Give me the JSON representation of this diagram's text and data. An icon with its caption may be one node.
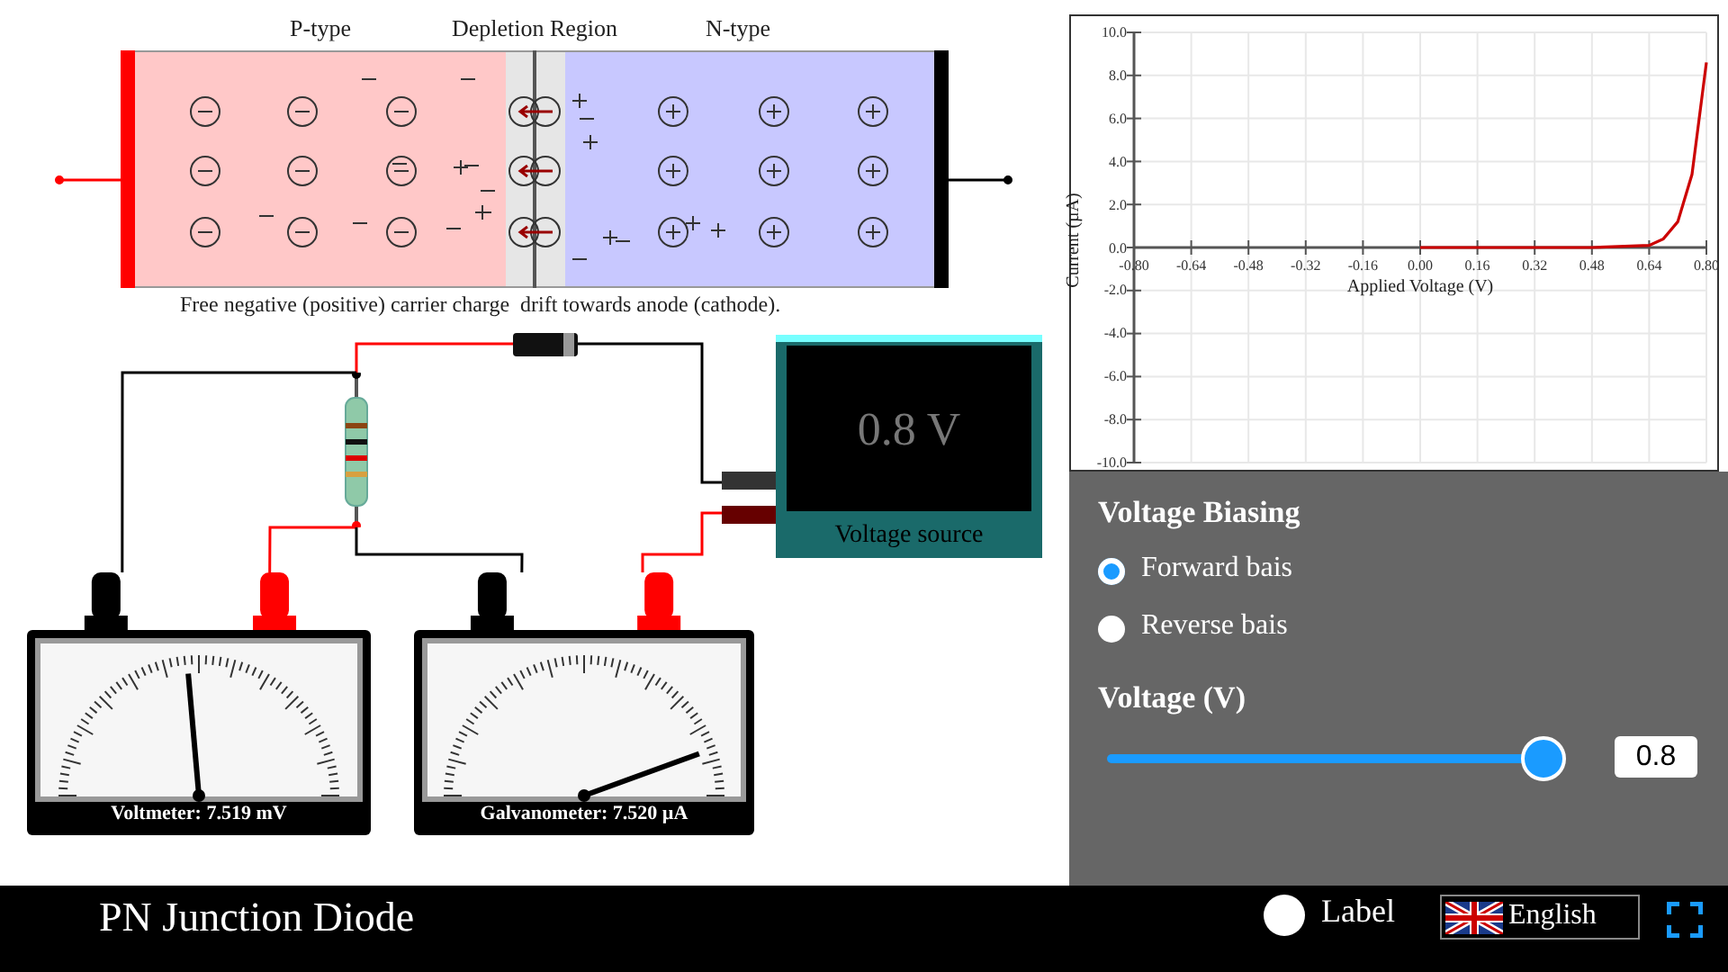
{
  "diagram": {
    "title": "PN Junction Diode",
    "nodes": [
      {
        "text": [
          "P-type"
        ]
      },
      {
        "text": [
          "Depletion Region"
        ]
      },
      {
        "text": [
          "N-type"
        ]
      },
      {
        "text": [],
        "shape": "picture"
      },
      {
        "text": [],
        "shape": "picture"
      },
      {
        "text": [
          "Voltmeter: 7.519 mV"
        ]
      },
      {
        "text": [
          "Galvanometer: 7.520 µA"
        ]
      },
      {
        "text": [
          "0.8 V",
          "Voltage source"
        ]
      }
    ],
    "edges": [
      {
        "from": 4,
        "to": 3,
        "arrow": "none",
        "color": "#ff0000"
      },
      {
        "from": 3,
        "to": 7,
        "arrow": "none",
        "color": "#000000"
      },
      {
        "from": 4,
        "to": 5,
        "arrow": "none",
        "color": "#000000"
      },
      {
        "from": 4,
        "to": 5,
        "arrow": "none",
        "color": "#ff0000"
      },
      {
        "from": 4,
        "to": 6,
        "arrow": "none",
        "color": "#000000"
      },
      {
        "from": 6,
        "to": 7,
        "arrow": "none",
        "color": "#ff0000"
      },
      {
        "from": 0,
        "to": null,
        "arrow": "other",
        "color": "#ff0000"
      },
      {
        "from": 2,
        "to": null,
        "arrow": "other",
        "color": "#000000"
      }
    ],
    "labels": [
      "Free negative (positive) carrier charge  drift towards anode (cathode).",
      "Voltage Biasing",
      "Forward bais",
      "Reverse bais",
      "Voltage (V)",
      "0.8",
      "Label",
      "English"
    ],
    "chart_data": {
      "type": "line",
      "xlabel": "Applied Voltage (V)",
      "ylabel": "Current (µA)",
      "x": [
        0,
        0.16,
        0.32,
        0.48,
        0.64,
        0.68,
        0.72,
        0.76,
        0.8
      ],
      "series": [
        {
          "color": "#cc0000",
          "values": [
            0,
            0,
            0,
            0,
            0.1,
            0.4,
            1.2,
            3.4,
            8.6
          ]
        }
      ],
      "xlim": [
        -0.8,
        0.8
      ],
      "ylim": [
        -10,
        10
      ],
      "grid": true,
      "xticks": [
        {
          "value": -0.8,
          "label": "-0.80"
        },
        {
          "value": -0.64,
          "label": "-0.64"
        },
        {
          "value": -0.48,
          "label": "-0.48"
        },
        {
          "value": -0.32,
          "label": "-0.32"
        },
        {
          "value": -0.16,
          "label": "-0.16"
        },
        {
          "value": 0,
          "label": "0.00"
        },
        {
          "value": 0.16,
          "label": "0.16"
        },
        {
          "value": 0.32,
          "label": "0.32"
        },
        {
          "value": 0.48,
          "label": "0.48"
        },
        {
          "value": 0.64,
          "label": "0.64"
        },
        {
          "value": 0.8,
          "label": "0.80"
        }
      ],
      "yticks": [
        {
          "value": 10,
          "label": "10.0"
        },
        {
          "value": 8,
          "label": "8.0"
        },
        {
          "value": 6,
          "label": "6.0"
        },
        {
          "value": 4,
          "label": "4.0"
        },
        {
          "value": 2,
          "label": "2.0"
        },
        {
          "value": 0,
          "label": "0.0"
        },
        {
          "value": -2,
          "label": "-2.0"
        },
        {
          "value": -4,
          "label": "-4.0"
        },
        {
          "value": -6,
          "label": "-6.0"
        },
        {
          "value": -8,
          "label": "-8.0"
        },
        {
          "value": -10,
          "label": "-10.0"
        }
      ]
    }
  }
}
